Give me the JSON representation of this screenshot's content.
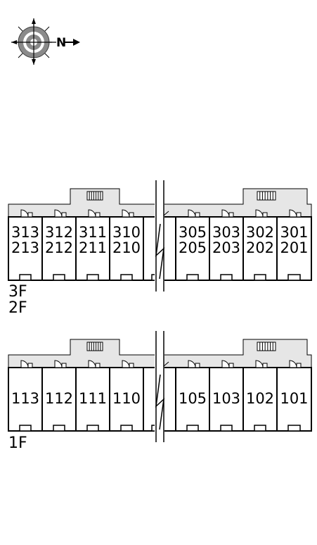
{
  "compass": {
    "letter": "N",
    "icon": "north-arrow-compass-icon"
  },
  "upper_block": {
    "floor_labels": [
      "3F",
      "2F"
    ],
    "units_3f": [
      "313",
      "312",
      "311",
      "310",
      "305",
      "303",
      "302",
      "301"
    ],
    "units_2f": [
      "213",
      "212",
      "211",
      "210",
      "205",
      "203",
      "202",
      "201"
    ]
  },
  "lower_block": {
    "floor_labels": [
      "1F"
    ],
    "units_1f": [
      "113",
      "112",
      "111",
      "110",
      "105",
      "103",
      "102",
      "101"
    ]
  },
  "colors": {
    "corridor": "#e6e6e6",
    "line": "#000000",
    "door": "#999999"
  }
}
